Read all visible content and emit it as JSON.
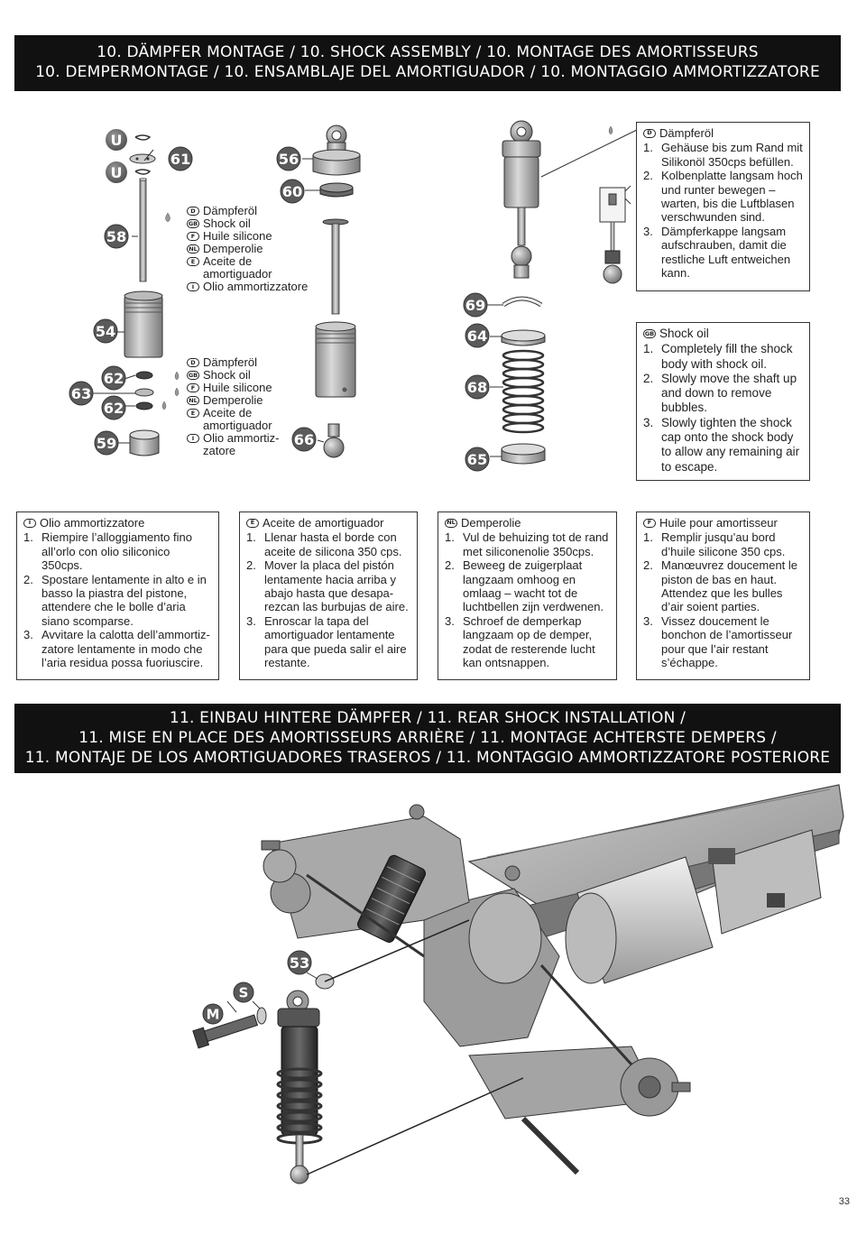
{
  "section10": {
    "banner_line1": "10. DÄMPFER MONTAGE / 10. SHOCK ASSEMBLY / 10. MONTAGE DES AMORTISSEURS",
    "banner_line2": "10. DEMPERMONTAGE / 10. ENSAMBLAJE DEL AMORTIGUADOR / 10. MONTAGGIO AMMORTIZZATORE"
  },
  "part_labels": {
    "u1": "U",
    "u2": "U",
    "p61": "61",
    "p56": "56",
    "p60": "60",
    "p58": "58",
    "p54": "54",
    "p62a": "62",
    "p62b": "62",
    "p63": "63",
    "p59": "59",
    "p66": "66",
    "p69": "69",
    "p64": "64",
    "p68": "68",
    "p65": "65",
    "p53": "53",
    "s": "S",
    "m": "M"
  },
  "oil_legend_1": [
    {
      "code": "D",
      "text": "Dämpferöl"
    },
    {
      "code": "GB",
      "text": "Shock oil"
    },
    {
      "code": "F",
      "text": "Huile silicone"
    },
    {
      "code": "NL",
      "text": "Demperolie"
    },
    {
      "code": "E",
      "text": "Aceite de amortiguador"
    },
    {
      "code": "I",
      "text": "Olio ammortizzatore"
    }
  ],
  "oil_legend_2": [
    {
      "code": "D",
      "text": "Dämpferöl"
    },
    {
      "code": "GB",
      "text": "Shock oil"
    },
    {
      "code": "F",
      "text": "Huile silicone"
    },
    {
      "code": "NL",
      "text": "Demperolie"
    },
    {
      "code": "E",
      "text": "Aceite de amortiguador"
    },
    {
      "code": "I",
      "text": "Olio ammortiz-zatore"
    }
  ],
  "instructions": {
    "de": {
      "code": "D",
      "title": "Dämpferöl",
      "steps": [
        {
          "n": "1.",
          "t": "Gehäuse bis zum Rand mit Silikonöl 350cps befüllen."
        },
        {
          "n": "2.",
          "t": "Kolbenplatte langsam hoch und runter bewegen – warten, bis die Luftblasen verschwunden sind."
        },
        {
          "n": "3.",
          "t": "Dämpferkappe langsam aufschrauben, damit die restliche Luft entweichen kann."
        }
      ]
    },
    "gb": {
      "code": "GB",
      "title": "Shock oil",
      "steps": [
        {
          "n": "1.",
          "t": "Completely fill the shock body with shock oil."
        },
        {
          "n": "2.",
          "t": "Slowly move the shaft up and down to remove bubbles."
        },
        {
          "n": "3.",
          "t": "Slowly tighten the shock cap onto the shock body to allow any remaining air to escape."
        }
      ]
    },
    "it": {
      "code": "I",
      "title": "Olio ammortizzatore",
      "steps": [
        {
          "n": "1.",
          "t": "Riempire l’alloggiamento fino all’orlo con olio siliconico 350cps."
        },
        {
          "n": "2.",
          "t": "Spostare lentamente in alto e in basso la piastra del pistone, attendere che le bolle d’aria siano scomparse."
        },
        {
          "n": "3.",
          "t": "Avvitare la calotta dell’ammortiz-zatore lentamente in modo che l’aria residua possa fuoriuscire."
        }
      ]
    },
    "es": {
      "code": "E",
      "title": "Aceite de amortiguador",
      "steps": [
        {
          "n": "1.",
          "t": "Llenar hasta el borde con aceite de silicona 350 cps."
        },
        {
          "n": "2.",
          "t": "Mover la placa del pistón lentamente hacia arriba y abajo hasta que desapa-rezcan las burbujas de aire."
        },
        {
          "n": "3.",
          "t": "Enroscar la tapa del amortiguador lentamente para que pueda salir el aire restante."
        }
      ]
    },
    "nl": {
      "code": "NL",
      "title": "Demperolie",
      "steps": [
        {
          "n": "1.",
          "t": "Vul de behuizing tot de rand met siliconenolie 350cps."
        },
        {
          "n": "2.",
          "t": "Beweeg de zuigerplaat langzaam omhoog en omlaag – wacht tot de luchtbellen zijn verdwenen."
        },
        {
          "n": "3.",
          "t": "Schroef de demperkap langzaam op de demper, zodat de resterende lucht kan ontsnappen."
        }
      ]
    },
    "fr": {
      "code": "F",
      "title": "Huile pour amortisseur",
      "steps": [
        {
          "n": "1.",
          "t": "Remplir jusqu’au bord d’huile silicone 350 cps."
        },
        {
          "n": "2.",
          "t": "Manœuvrez doucement le piston de bas en haut. Attendez que les bulles d’air soient parties."
        },
        {
          "n": "3.",
          "t": "Vissez doucement le bonchon de l’amortisseur pour que l’air restant s’échappe."
        }
      ]
    }
  },
  "section11": {
    "banner_line1": "11. EINBAU HINTERE DÄMPFER / 11. REAR SHOCK INSTALLATION /",
    "banner_line2": "11. MISE EN PLACE DES AMORTISSEURS ARRIÈRE / 11. MONTAGE ACHTERSTE DEMPERS /",
    "banner_line3": "11. MONTAJE DE LOS AMORTIGUADORES TRASEROS / 11. MONTAGGIO AMMORTIZZATORE POSTERIORE"
  },
  "page_number": "33"
}
